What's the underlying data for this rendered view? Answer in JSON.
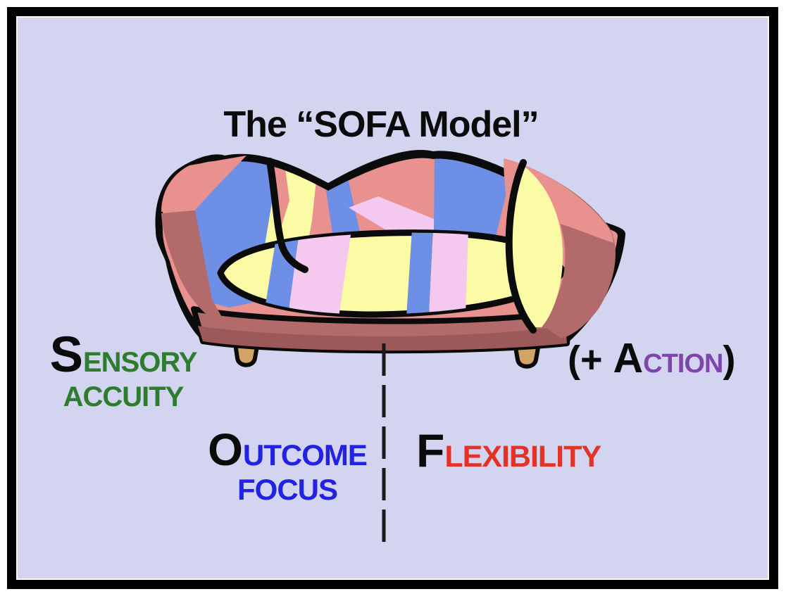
{
  "colors": {
    "page_bg": "#ffffff",
    "panel_bg": "#d3d4f0",
    "border": "#000000",
    "title_text": "#0b0b0b",
    "initial": "#0b0b0b",
    "sensory": "#2e7d2e",
    "outcome": "#2222e2",
    "flexibility": "#e33226",
    "action": "#7c46ad",
    "divider": "#1a1a1a",
    "sofa_outline": "#0b0b0b",
    "sofa_frame": "#b26a6a",
    "sofa_frame_dark": "#9c5959",
    "sofa_salmon": "#e8918f",
    "sofa_blue": "#6e8fe6",
    "sofa_yellow": "#fbfba6",
    "sofa_pink": "#f5c8f0",
    "sofa_leg": "#d2a465"
  },
  "title": "The “SOFA Model”",
  "labels": {
    "sensory": {
      "initial": "S",
      "rest": "ENSORY",
      "line2": "ACCUITY"
    },
    "outcome": {
      "initial": "O",
      "rest": "UTCOME",
      "line2": "FOCUS"
    },
    "flexibility": {
      "initial": "F",
      "rest": "LEXIBILITY"
    },
    "action": {
      "open": "(+ ",
      "initial": "A",
      "rest": "CTION",
      "close": ")"
    }
  },
  "sofa": {
    "alt": "patchwork camelback sofa clipart"
  },
  "divider": {
    "style": "dashed-vertical"
  }
}
